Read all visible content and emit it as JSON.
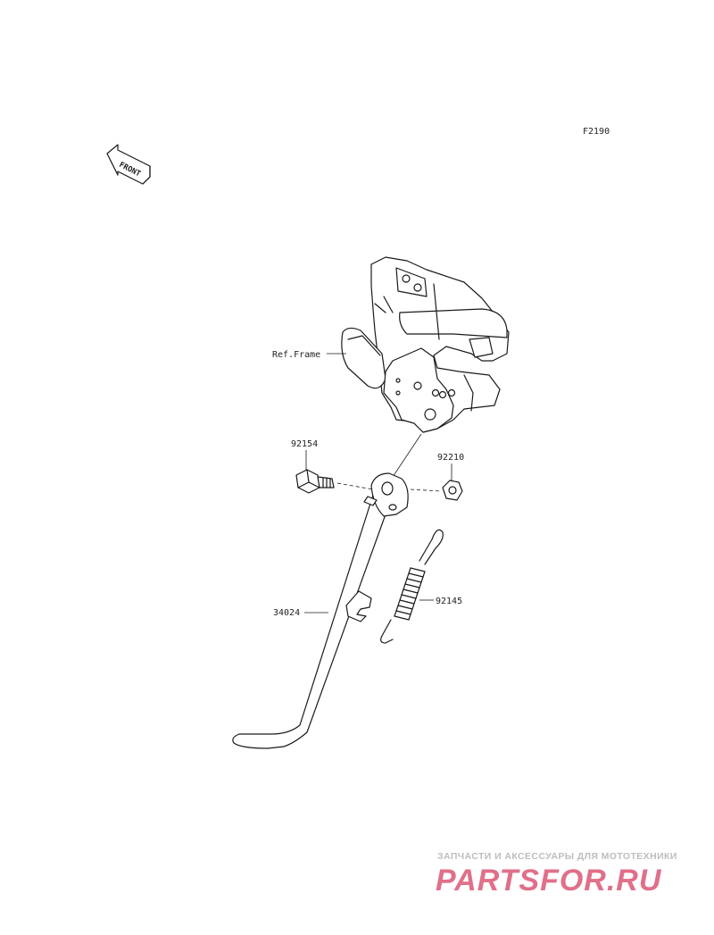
{
  "diagram": {
    "code": "F2190",
    "front_marker": "FRONT",
    "labels": {
      "ref_frame": "Ref.Frame",
      "bolt": "92154",
      "nut": "92210",
      "stand": "34024",
      "spring": "92145"
    }
  },
  "watermark": {
    "tagline": "ЗАПЧАСТИ И АКСЕССУАРЫ ДЛЯ МОТОТЕХНИКИ",
    "brand": "PARTSFOR.RU",
    "color": "#e0708a"
  }
}
